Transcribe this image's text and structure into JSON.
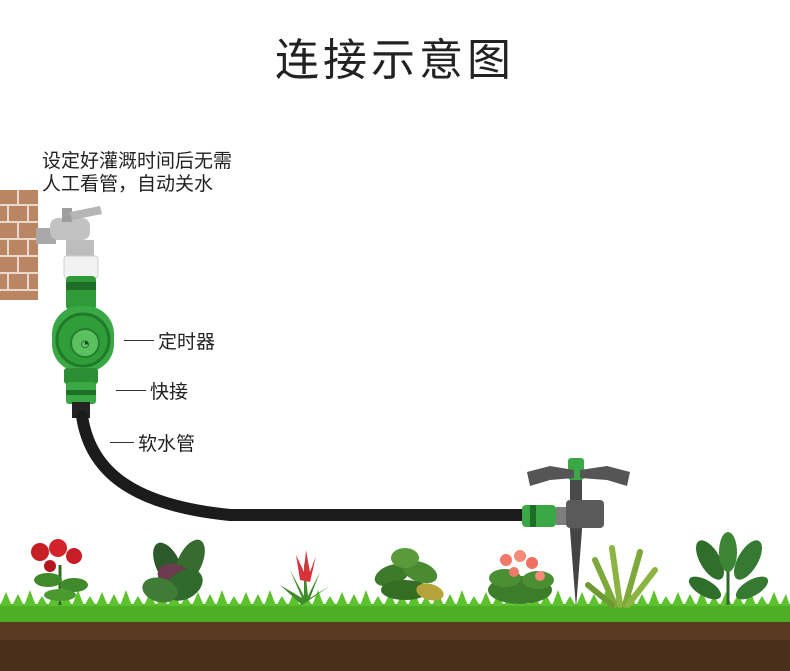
{
  "title": "连接示意图",
  "note": {
    "line1": "设定好灌溉时间后无需",
    "line2": "人工看管，自动关水"
  },
  "callouts": {
    "timer": "定时器",
    "connector": "快接",
    "hose": "软水管"
  },
  "colors": {
    "hose": "#1b1b1b",
    "timer_green": "#2f9e3a",
    "grass": "#4caf26",
    "soil": "#5a3b22",
    "brick": "#b07a5a",
    "sprinkler": "#555555"
  }
}
